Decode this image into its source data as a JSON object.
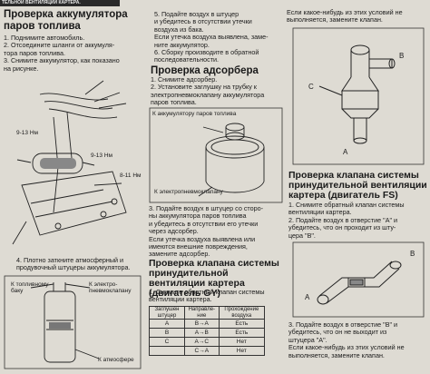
{
  "header": {
    "top_strip": "ТЕЛЬНОЙ ВЕНТИЛЯЦИИ КАРТЕРА."
  },
  "col1": {
    "title": "Проверка аккумулятора паров топлива",
    "steps": [
      "1. Поднимите автомобиль.",
      "2. Отсоедините шланги от аккумуля-",
      "тора паров топлива.",
      "3. Снимите аккумулятор, как показано",
      "на рисунке."
    ],
    "fig1_labels": {
      "a": "9-13 Нм",
      "b": "9-13 Нм",
      "c": "8-11 Нм"
    },
    "step4": [
      "4. Плотно заткните атмосферный и",
      "продувочный штуцеры аккумулятора."
    ],
    "fig2_labels": {
      "to_tank": "К топливному",
      "to_tank2": "баку",
      "to_valve": "К электро-",
      "to_valve2": "пневмоклапану",
      "atm": "К атмосфере"
    }
  },
  "col2": {
    "intro": [
      "5. Подайте воздух в штуцер",
      "и убедитесь в отсутствии утечки",
      "воздуха из бака.",
      "Если утечка воздуха выявлена, заме-",
      "ните аккумулятор.",
      "6. Сборку производите в обратной",
      "последовательности."
    ],
    "adsorber_title": "Проверка адсорбера",
    "adsorber_steps": [
      "1. Снимите адсорбер.",
      "2. Установите заглушку на трубку к",
      "электропневмоклапану аккумулятора",
      "паров топлива."
    ],
    "fig3_labels": {
      "top": "К аккумулятору паров топлива",
      "bottom": "К электропневмоклапану"
    },
    "step3": [
      "3. Подайте воздух в штуцер со сторо-",
      "ны аккумулятора паров топлива",
      "и убедитесь в отсутствии его утечки",
      "через адсорбер.",
      "Если утечка воздуха выявлена или",
      "имеются внешние повреждения,",
      "замените адсорбер."
    ],
    "gy_title": "Проверка клапана системы принудительной вентиляции картера (двигатель GY)",
    "gy_steps": [
      "1. Снимите обратный клапан системы",
      "вентиляции картера."
    ],
    "table": {
      "headers": [
        "Заглушен штуцер",
        "Направле-ние",
        "Прохождение воздуха"
      ],
      "rows": [
        [
          "A",
          "B→A",
          "Есть"
        ],
        [
          "B",
          "A→B",
          "Есть"
        ],
        [
          "C",
          "A→C",
          "Нет"
        ],
        [
          "",
          "C→A",
          "Нет"
        ]
      ]
    }
  },
  "col3": {
    "intro": [
      "Если какое-нибудь из этих условий не",
      "выполняется, замените клапан."
    ],
    "fig4_labels": {
      "b": "B",
      "c": "C",
      "a": "A"
    },
    "fs_title": "Проверка клапана системы принудительной вентиляции картера (двигатель FS)",
    "fs_steps": [
      "1. Снимите обратный клапан системы",
      "вентиляции картера.",
      "2. Подайте воздух в отверстие \"А\" и",
      "убедитесь, что он проходит из шту-",
      "цера \"В\"."
    ],
    "fig5_labels": {
      "a": "A",
      "b": "B"
    },
    "step3": [
      "3. Подайте воздух в отверстие \"В\" и",
      "убедитесь, что он не выходит из",
      "штуцера \"А\".",
      "Если какое-нибудь из этих условий не",
      "выполняется, замените клапан."
    ]
  }
}
